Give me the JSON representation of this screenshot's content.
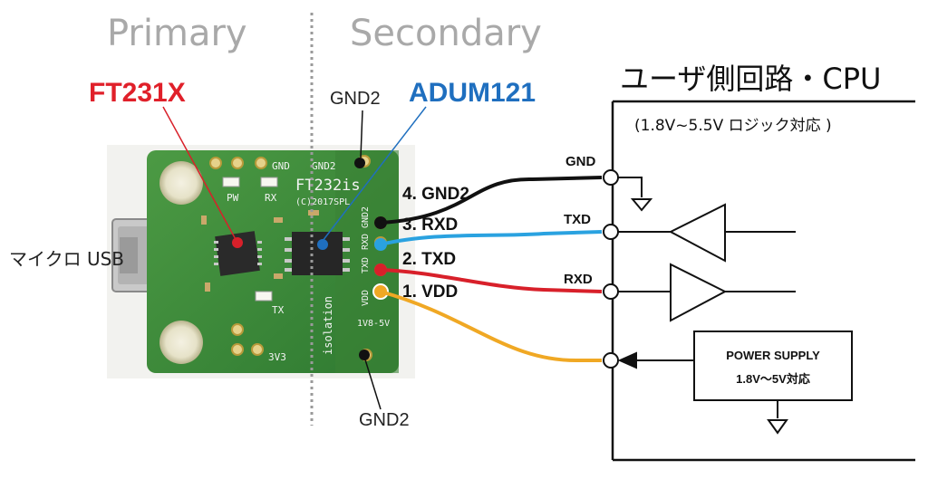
{
  "headings": {
    "primary": "Primary",
    "secondary": "Secondary"
  },
  "chips": {
    "ft231x": "FT231X",
    "adum121": "ADUM121"
  },
  "labels": {
    "gnd2_top": "GND2",
    "gnd2_bottom": "GND2",
    "micro_usb": "マイクロ USB"
  },
  "board": {
    "silk_gnd": "GND",
    "silk_gnd2": "GND2",
    "silk_pw": "PW",
    "silk_rx": "RX",
    "silk_tx": "TX",
    "silk_3v3": "3V3",
    "silk_name": "FT232is",
    "silk_copy": "(C)2017SPL",
    "silk_isolation": "isolation",
    "silk_range": "1V8-5V",
    "silk_vdd": "VDD",
    "silk_txd": "TXD",
    "silk_rxd": "RXD",
    "silk_gnd2v": "GND2"
  },
  "pins": [
    {
      "label": "4. GND2",
      "color": "#111111"
    },
    {
      "label": "3. RXD",
      "color": "#2aa2e0"
    },
    {
      "label": "2. TXD",
      "color": "#d8202a"
    },
    {
      "label": "1. VDD",
      "color": "#f0a824"
    }
  ],
  "user_circuit": {
    "title": "ユーザ側回路・CPU",
    "subtitle": "(1.8V~5.5V ロジック対応 )",
    "signals": {
      "gnd": "GND",
      "txd": "TXD",
      "rxd": "RXD"
    },
    "power_supply": {
      "title": "POWER SUPPLY",
      "sub": "1.8V〜5V対応"
    }
  },
  "colors": {
    "heading_gray": "#a9a9a9",
    "ft_red": "#e0202a",
    "adum_blue": "#1f6fbf",
    "pcb_green": "#3e8a3a"
  }
}
